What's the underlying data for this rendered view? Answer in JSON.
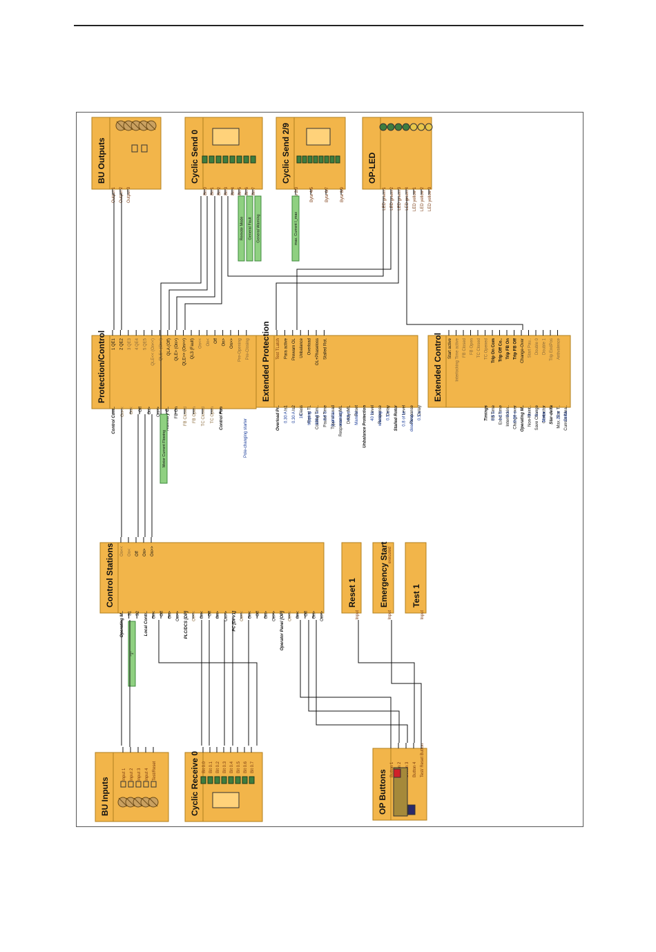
{
  "colors": {
    "block_fill": "#f2b54a",
    "block_border": "#b07f1e",
    "green_box": "#8fd081",
    "green_border": "#3c8a3c",
    "dark_green": "#3f7d3f",
    "wire": "#111111",
    "value_blue": "#1a3d9a",
    "grey_text": "#8a6a3a",
    "led_yellow": "#e8c64a"
  },
  "blocks": {
    "bu_inputs": {
      "title": "BU Inputs",
      "pins": [
        "Input 1",
        "Input 2",
        "Input 3",
        "Input 4",
        "Test/Reset"
      ]
    },
    "cyclic_receive": {
      "title": "Cyclic Receive 0",
      "pins": [
        "Bit 0.0",
        "Bit 0.1",
        "Bit 0.2",
        "Bit 0.3",
        "Bit 0.4",
        "Bit 0.5",
        "Bit 0.6",
        "Bit 0.7"
      ]
    },
    "op_buttons": {
      "title": "OP Buttons",
      "pins": [
        "Button 1",
        "Button 2",
        "Button 3",
        "Button 4",
        "Test/ Reset Button"
      ]
    },
    "control_stations": {
      "title": "Control Stations",
      "left_pins": [
        "Operating M..",
        "S1",
        "S2",
        "Local Contr..",
        "On<",
        "Off",
        "On>",
        "On>>",
        "PLC/DCS [DP]",
        "On<<",
        "On<",
        "Off",
        "On>",
        "On>>",
        "PC [DPV1]",
        "On<<",
        "On<",
        "Off",
        "On>",
        "On>>",
        "Operator Panel [OP]",
        "On<<",
        "On<",
        "Off",
        "On>",
        "On>>"
      ],
      "right_pins": [
        "On<<",
        "On<",
        "Off",
        "On>",
        "On>>"
      ]
    },
    "reset": {
      "title": "Reset 1",
      "pin": "Input"
    },
    "emergency": {
      "title": "Emergency Start",
      "pin": "Input",
      "out": "executed"
    },
    "test": {
      "title": "Test 1",
      "pin": "Input"
    },
    "protection": {
      "title": "Protection/Control",
      "left_pins": [
        "Control Com..",
        "On<<",
        "On<",
        "Off",
        "On>",
        "On>>",
        "Auxiliary C..",
        "FB On",
        "FB Closed",
        "FB Open",
        "TC Closed",
        "TC Open",
        "Control Fun"
      ],
      "right_pins": [
        "1 QE1",
        "2 QE2",
        "3 QE3",
        "4 QE4",
        "5 QE5",
        "QLE<< (On<<)",
        "QLE< (On<)",
        "QLA (Off)",
        "QLE> (On>)",
        "QLE>> (On>>)",
        "QL3 (Fault)",
        "On<<",
        "On<",
        "Off",
        "On>",
        "On>>",
        "Pre-Opening",
        "Pre-Closing"
      ],
      "values": [
        "Pole-changing starter"
      ]
    },
    "extended_protection": {
      "title": "Extended Protection",
      "left_pins": [
        "Overload Pr..",
        "Is1",
        "Is2",
        "Class",
        "Res at TL",
        "Cooling Tim..",
        "Pause Time",
        "Type of Load",
        "Response at IML",
        "Delay IML",
        "Reset",
        "Unbalance Protection",
        "Level",
        "Response",
        "Delay",
        "Stalled Rotor",
        "Level",
        "Response",
        "Delay"
      ],
      "right_pins": [
        "Test TLatch",
        "Para active",
        "Prewarn OL",
        "Unbalance",
        "Overload",
        "OL+Phaseloss",
        "Stalled Rot."
      ],
      "values": [
        "0.30 A",
        "0.30 A",
        "10 -",
        "tripping",
        "300.0 s",
        "0.0 s",
        "3-phase",
        "warning",
        "0.5 s",
        "Manual",
        "40 %",
        "warning",
        "0.5 s",
        "0.8 of Ie",
        "deactivat...",
        "0.5 s"
      ]
    },
    "extended_control": {
      "title": "Extended Control",
      "left_pins": [
        "Timings",
        "FB Time",
        "Exec.Time",
        "Interlockin..",
        "Change-over",
        "Operating M..",
        "Non-Maint..",
        "Save Change",
        "Contactor",
        "Star-delta",
        "Max. Star T..",
        "Current Mea.."
      ],
      "right_pins": [
        "Start active",
        "Interlocking Time active",
        "FB Closed",
        "FB Open",
        "TC Closed",
        "TC Opened",
        "Trip On Com",
        "Trip Off Co..",
        "Trip FB On",
        "Trip FB Off",
        "Change-Over",
        "Start Pau..",
        "Double 0",
        "Double 1",
        "Trip EndPos",
        "Antivalence"
      ],
      "values": [
        "0.5 s",
        "1.0 s",
        "0 s",
        "0.00 s",
        "0 -",
        "0 -",
        "Motor",
        "20 s",
        "Delta"
      ]
    },
    "bu_outputs": {
      "title": "BU Outputs",
      "pins": [
        "Output 1",
        "Output 2",
        "Output 3"
      ]
    },
    "cyclic_send0": {
      "title": "Cyclic Send 0",
      "pins": [
        "Bit 0",
        "Bit 1",
        "Bit 2",
        "Bit 3",
        "Bit 4",
        "Bit 5",
        "Bit 6",
        "Bit 7"
      ]
    },
    "cyclic_send29": {
      "title": "Cyclic Send 2/9",
      "pins": [
        "Byte 2/3",
        "Byte 4/5",
        "Byte 6/7",
        "Byte 8/9"
      ]
    },
    "op_led": {
      "title": "OP-LED",
      "pins": [
        "LED green 1",
        "LED green 2",
        "LED green 3",
        "LED green 4",
        "LED yellow 1",
        "LED yellow 2",
        "LED yellow 3"
      ]
    }
  },
  "labels": {
    "remote_mode": "Remote Mode",
    "general_fault": "General Fault",
    "general_warning": "General Warning",
    "max_current": "max. Current I_max",
    "motor_current": "Motor Current Flowing",
    "one": "\"1\""
  }
}
